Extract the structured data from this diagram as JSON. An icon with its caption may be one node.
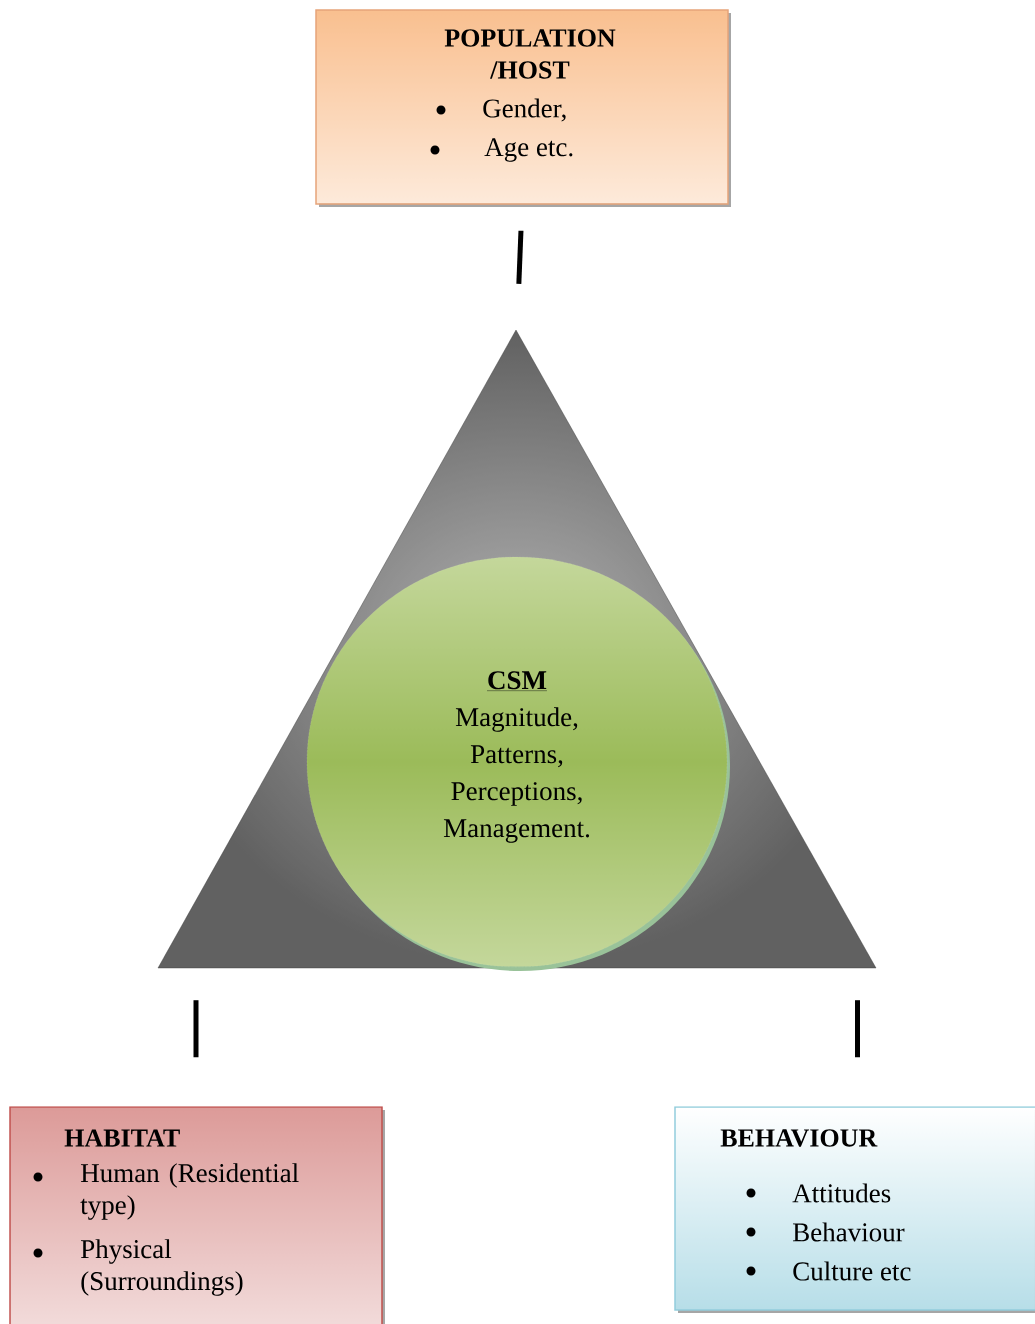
{
  "diagram": {
    "nodes": [
      {
        "text": [
          "POPULATION /HOST",
          "Gender,",
          "Age etc."
        ]
      },
      {
        "text": [],
        "shape": "triangle"
      },
      {
        "text": [
          "CSM",
          "Magnitude,",
          "Patterns,",
          "Perceptions,",
          "Management."
        ],
        "in": 1
      },
      {
        "text": [
          "HABITAT",
          "Human (Residential type)",
          "Physical (Surroundings)"
        ]
      },
      {
        "text": [
          "BEHAVIOUR",
          "Attitudes",
          "Behaviour",
          "Culture etc"
        ]
      }
    ],
    "edges": [
      {
        "from": 0,
        "to": 1,
        "arrow": "none"
      },
      {
        "from": 1,
        "to": 3,
        "arrow": "none"
      },
      {
        "from": 1,
        "to": 4,
        "arrow": "none"
      }
    ]
  }
}
